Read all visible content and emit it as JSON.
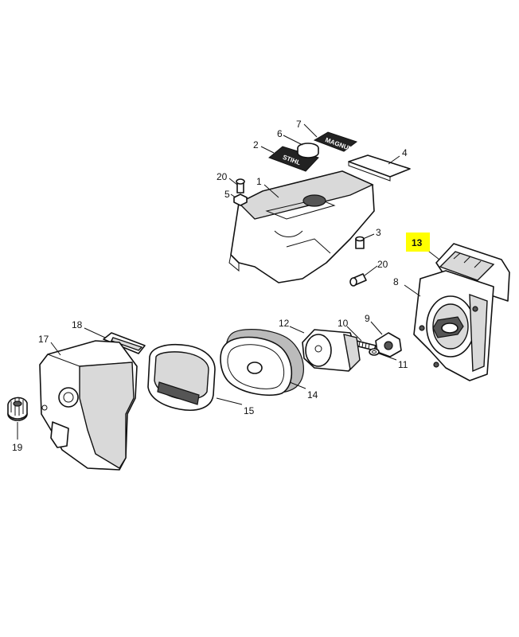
{
  "callouts": [
    {
      "id": "1",
      "label": "1"
    },
    {
      "id": "2",
      "label": "2"
    },
    {
      "id": "3",
      "label": "3"
    },
    {
      "id": "4",
      "label": "4"
    },
    {
      "id": "5",
      "label": "5"
    },
    {
      "id": "6",
      "label": "6"
    },
    {
      "id": "7",
      "label": "7"
    },
    {
      "id": "8",
      "label": "8"
    },
    {
      "id": "9",
      "label": "9"
    },
    {
      "id": "10",
      "label": "10"
    },
    {
      "id": "11",
      "label": "11"
    },
    {
      "id": "12",
      "label": "12"
    },
    {
      "id": "13",
      "label": "13",
      "highlighted": true
    },
    {
      "id": "14",
      "label": "14"
    },
    {
      "id": "15",
      "label": "15"
    },
    {
      "id": "17",
      "label": "17"
    },
    {
      "id": "18",
      "label": "18"
    },
    {
      "id": "19",
      "label": "19"
    },
    {
      "id": "20a",
      "label": "20"
    },
    {
      "id": "20b",
      "label": "20"
    }
  ],
  "highlight_color": "#ffff00",
  "decals": {
    "stihl_brand": "STIHL",
    "magnum_plate": "MAGNUM"
  }
}
